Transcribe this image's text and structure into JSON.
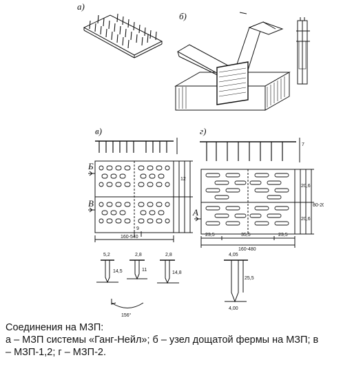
{
  "figure": {
    "panel_labels": {
      "a": "а)",
      "b": "б)",
      "v": "в)",
      "g": "г)"
    },
    "section_marks": {
      "b": "Б",
      "v": "В",
      "a": "А"
    },
    "dims_v": {
      "width": "160-540",
      "pitch": "9",
      "rows": "12",
      "sec_a": "5,2",
      "sec_b": "2,8",
      "sec_c": "2,8",
      "len_a": "14,5",
      "len_b": "11",
      "len_c": "14,8",
      "angle": "156°"
    },
    "dims_g": {
      "width": "160-480",
      "left": "23,5",
      "mid": "35,5",
      "right": "23,5",
      "h1": "20,6",
      "h2": "20,6",
      "total": "80-200",
      "nail_w": "4,05",
      "nail_len": "25,5",
      "nail_head": "4,00",
      "top": "7"
    }
  },
  "caption": {
    "title": "Соединения на МЗП:",
    "line1": "а – МЗП системы «Ганг-Нейл»; б – узел дощатой фермы на МЗП; в",
    "line2": "– МЗП-1,2; г – МЗП-2."
  }
}
